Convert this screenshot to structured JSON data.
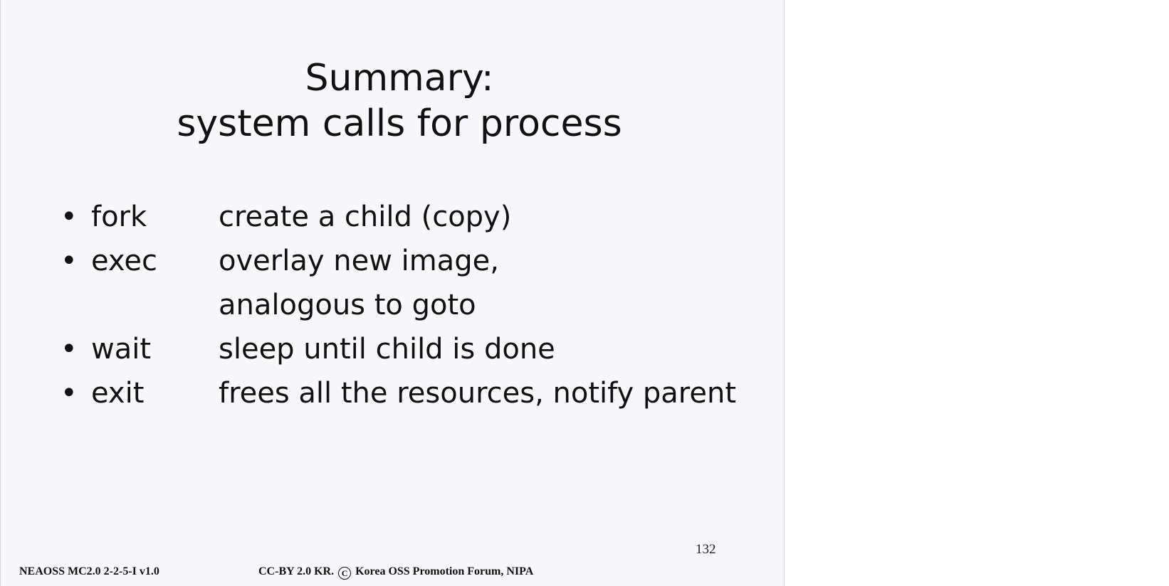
{
  "slide": {
    "title_line1": "Summary:",
    "title_line2": "system calls for process",
    "bullets": [
      {
        "marker": "•",
        "term": "fork",
        "desc": "create a child (copy)"
      },
      {
        "marker": "•",
        "term": "exec",
        "desc": "overlay new image,"
      },
      {
        "marker": "",
        "term": "",
        "desc": "analogous to goto"
      },
      {
        "marker": "•",
        "term": "wait",
        "desc": "sleep until child is done"
      },
      {
        "marker": "•",
        "term": "exit",
        "desc": "frees all the resources, notify parent"
      }
    ],
    "page_number": "132",
    "footer_left": "NEAOSS MC2.0 2-2-5-I v1.0",
    "footer_mid_prefix": "CC-BY 2.0 KR.",
    "footer_copyright_symbol": "C",
    "footer_mid_suffix": "Korea OSS Promotion Forum, NIPA"
  }
}
